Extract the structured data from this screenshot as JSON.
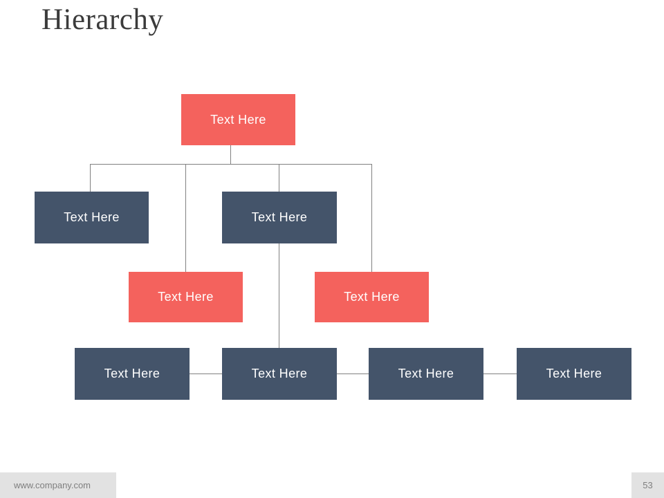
{
  "slide": {
    "title": "Hierarchy",
    "footer": {
      "website": "www.company.com",
      "page_number": "53"
    }
  },
  "colors": {
    "accent_red": "#F4625D",
    "dark_slate": "#44546A",
    "connector_line": "#808080",
    "footer_bg": "#E2E2E2",
    "footer_text": "#7F7F7F",
    "title_text": "#3B3B3B",
    "node_text": "#FFFFFF"
  },
  "diagram": {
    "type": "hierarchy-org-chart",
    "nodes": [
      {
        "id": "root",
        "level": 1,
        "color": "red",
        "label": "Text Here"
      },
      {
        "id": "l2-left",
        "level": 2,
        "color": "slate",
        "label": "Text Here"
      },
      {
        "id": "l2-center",
        "level": 2,
        "color": "slate",
        "label": "Text Here"
      },
      {
        "id": "l3-left",
        "level": 3,
        "color": "red",
        "label": "Text Here"
      },
      {
        "id": "l3-right",
        "level": 3,
        "color": "red",
        "label": "Text Here"
      },
      {
        "id": "l4-1",
        "level": 4,
        "color": "slate",
        "label": "Text Here"
      },
      {
        "id": "l4-2",
        "level": 4,
        "color": "slate",
        "label": "Text Here"
      },
      {
        "id": "l4-3",
        "level": 4,
        "color": "slate",
        "label": "Text Here"
      },
      {
        "id": "l4-4",
        "level": 4,
        "color": "slate",
        "label": "Text Here"
      }
    ]
  }
}
